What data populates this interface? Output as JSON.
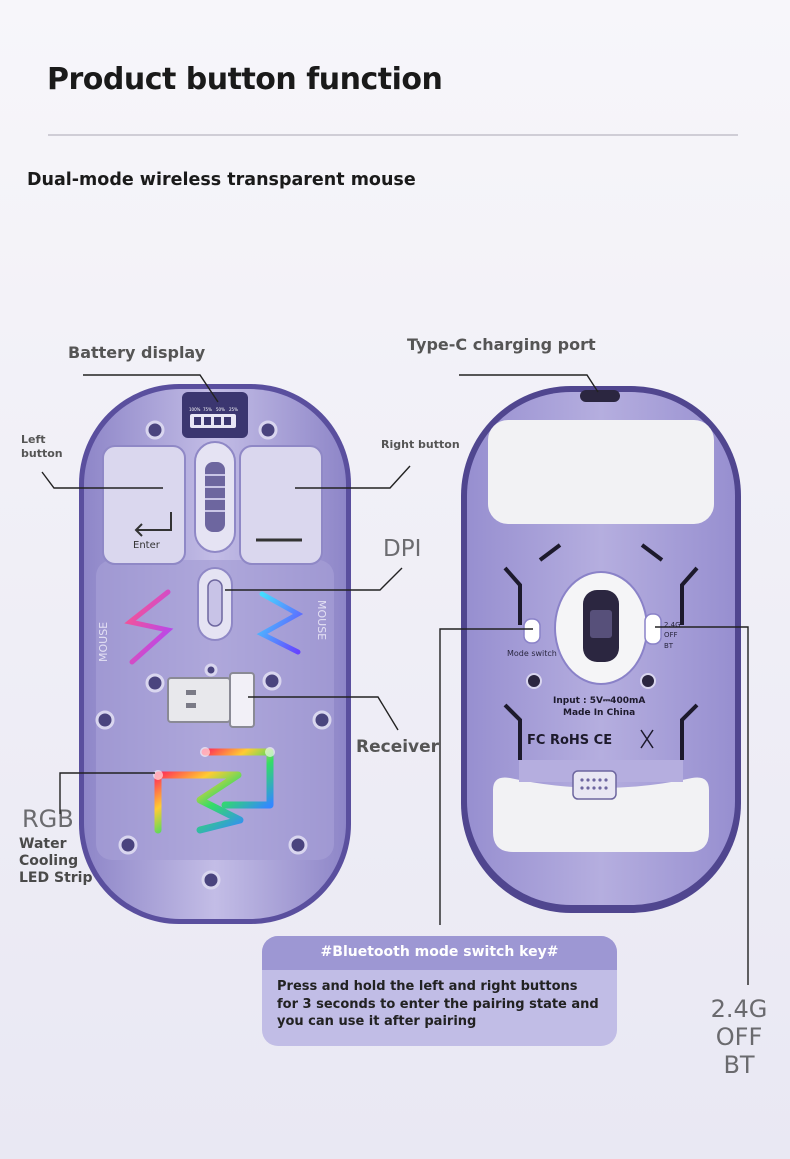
{
  "header": {
    "title": "Product button function",
    "subtitle": "Dual-mode wireless transparent mouse"
  },
  "labels": {
    "battery_display": "Battery display",
    "type_c_port": "Type-C charging port",
    "left_button": [
      "Left",
      "button"
    ],
    "right_button": "Right button",
    "dpi": "DPI",
    "receiver": "Receiver",
    "rgb": "RGB",
    "rgb_desc": [
      "Water",
      "Cooling",
      "LED Strip"
    ],
    "mode_switch": "Mode switch",
    "switch_positions": [
      "2.4G",
      "OFF",
      "BT"
    ],
    "enter_key": "Enter",
    "side_text": "MOUSE",
    "battery_levels": [
      "100%",
      "75%",
      "50%",
      "25%"
    ]
  },
  "bottom_label": {
    "input": "Input : 5V⎓400mA",
    "made_in": "Made In China",
    "cert": "FC RoHS CE"
  },
  "big_switch_label": [
    "2.4G",
    "OFF",
    "BT"
  ],
  "info_card": {
    "heading": "#Bluetooth mode switch key#",
    "body": "Press and hold the left and right buttons for 3 seconds to enter the pairing state and you can use it after pairing"
  },
  "colors": {
    "mouse_body": "#b7b0dd",
    "mouse_edge": "#7a72b8",
    "card_bg": "#c1bde6",
    "card_head": "#9d97d3"
  }
}
